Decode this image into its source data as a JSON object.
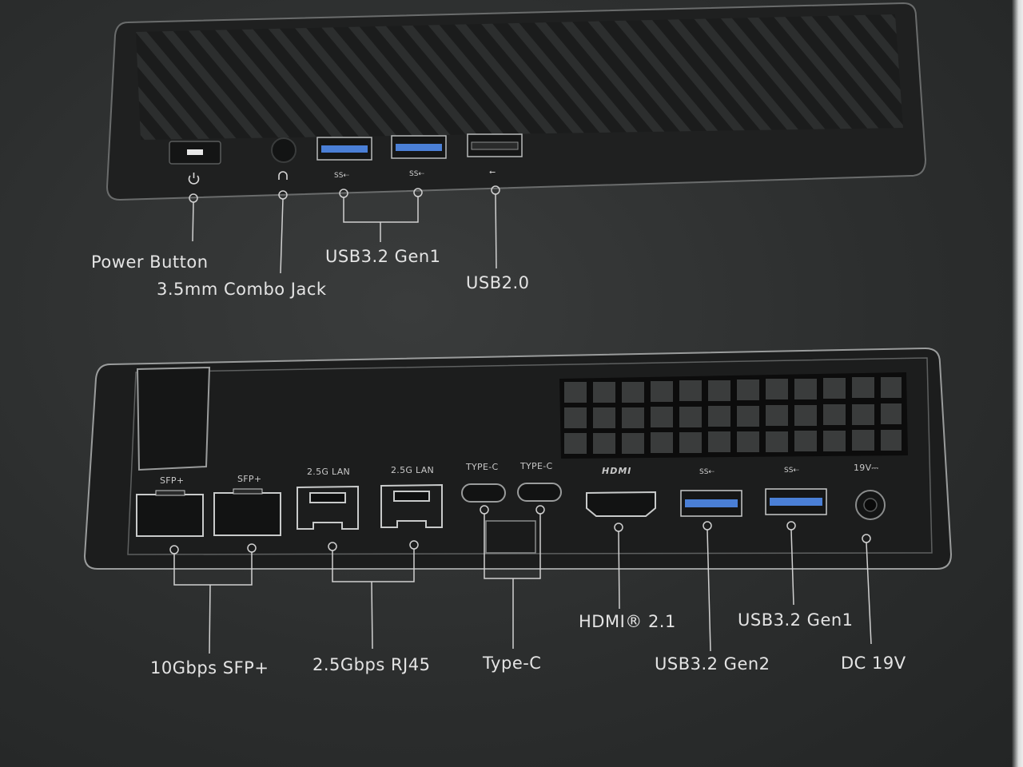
{
  "front_panel": {
    "callouts": {
      "power": "Power Button",
      "audio": "3.5mm Combo Jack",
      "usb_gen1": "USB3.2 Gen1",
      "usb2": "USB2.0"
    }
  },
  "rear_panel": {
    "port_labels": {
      "sfp_1": "SFP+",
      "sfp_2": "SFP+",
      "lan_1": "2.5G LAN",
      "lan_2": "2.5G LAN",
      "typec_1": "TYPE-C",
      "typec_2": "TYPE-C",
      "hdmi": "HDMI",
      "dc": "19V⎓"
    },
    "callouts": {
      "sfp": "10Gbps SFP+",
      "rj45": "2.5Gbps RJ45",
      "typec": "Type-C",
      "hdmi": "HDMI® 2.1",
      "usb_gen2": "USB3.2 Gen2",
      "usb_gen1": "USB3.2 Gen1",
      "dc": "DC 19V"
    }
  },
  "colors": {
    "background": "#2c2e2e",
    "panel": "#232424",
    "outline": "#9a9c9c",
    "usb3_blue": "#4a7fd6"
  }
}
